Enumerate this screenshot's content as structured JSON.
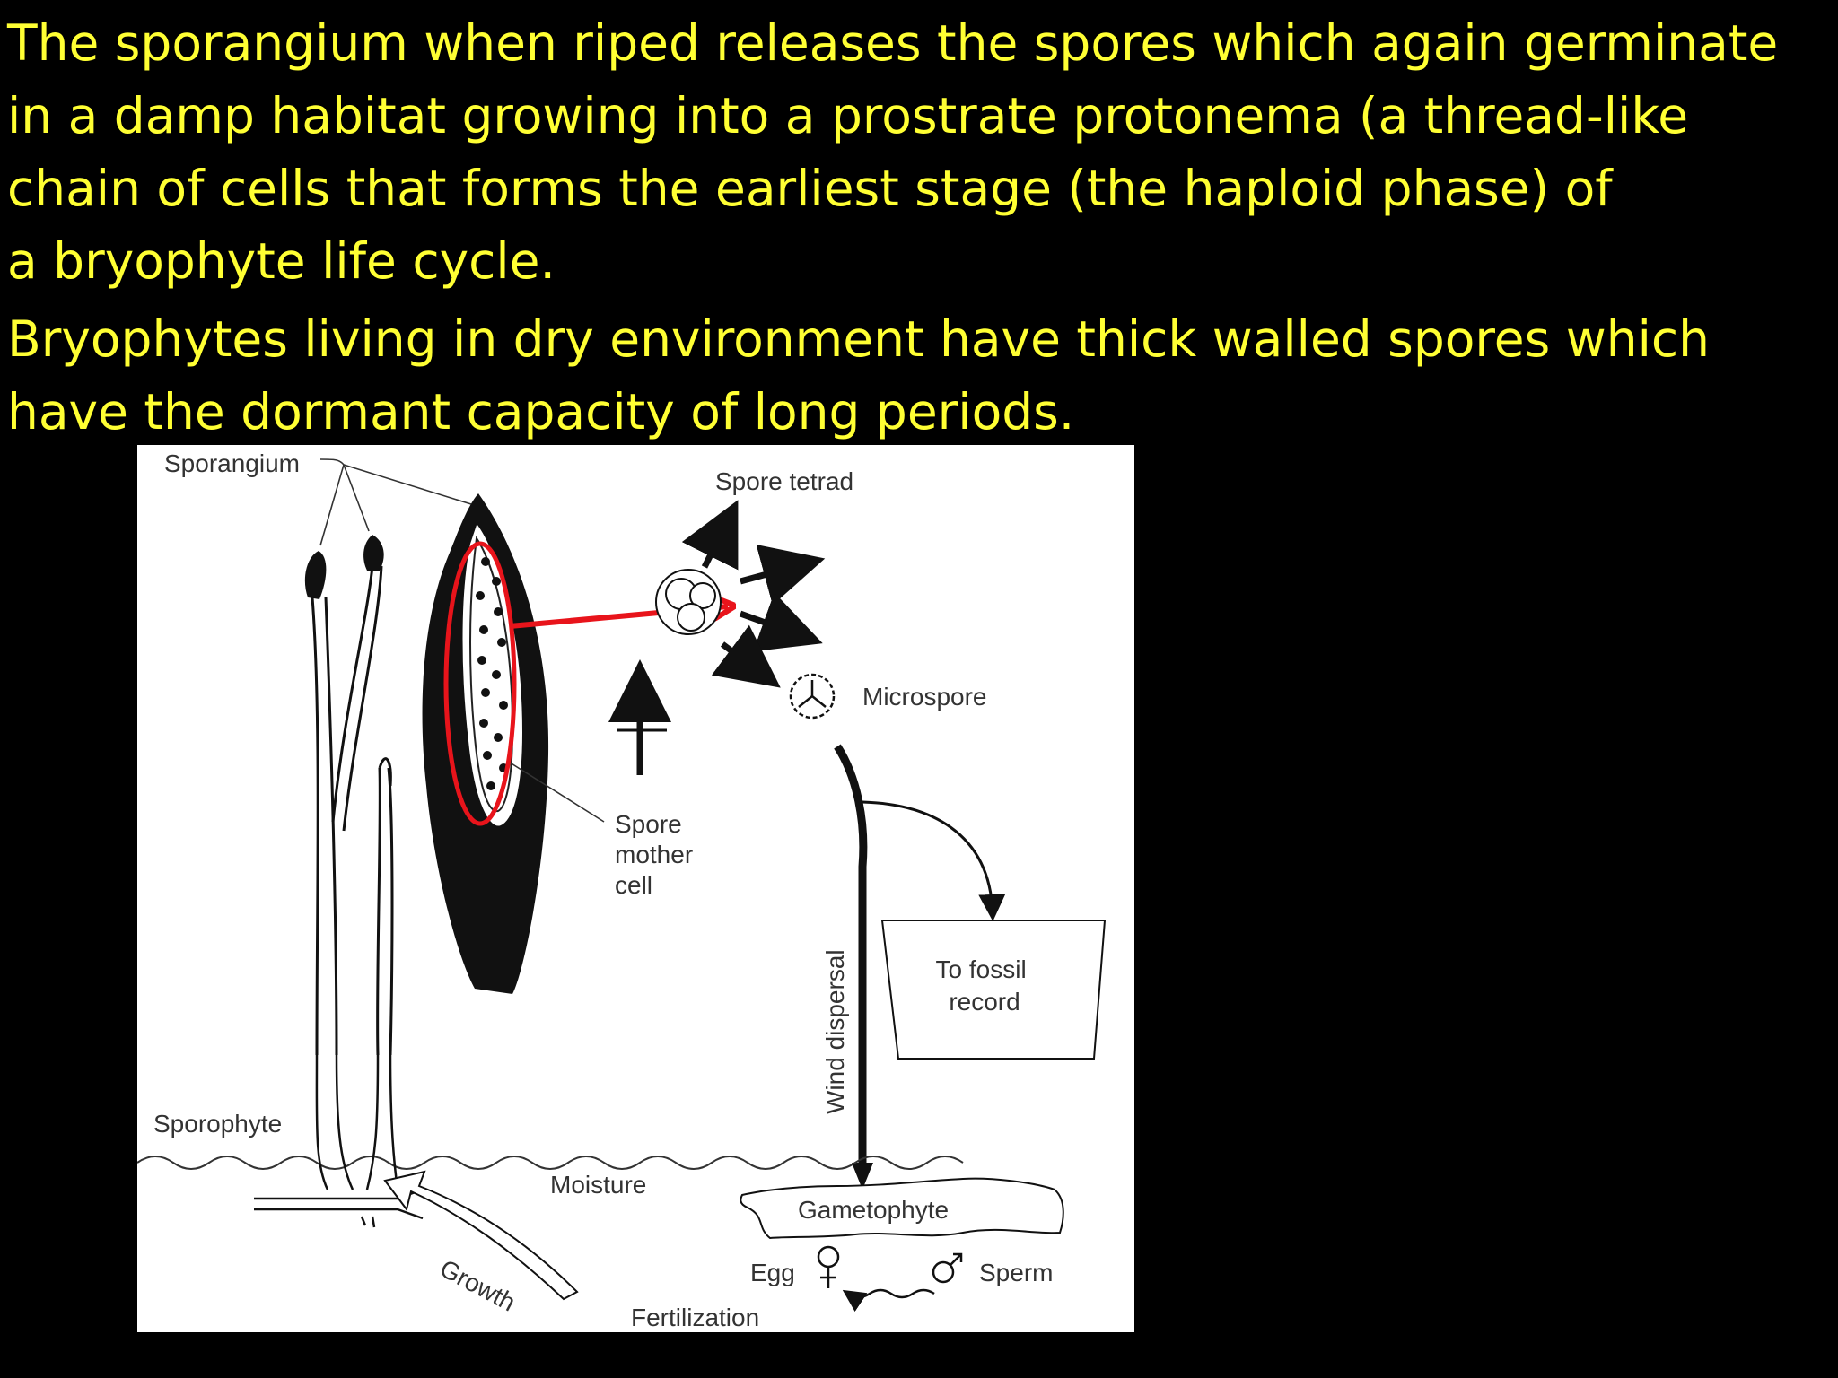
{
  "slide": {
    "paragraph_1": {
      "line_1": "The sporangium when riped releases the spores which again germinate",
      "line_2": "in a damp habitat growing into a prostrate protonema (a thread-like",
      "line_3": "chain of cells that forms the earliest stage (the haploid phase) of",
      "line_4": "a bryophyte life cycle."
    },
    "paragraph_2": {
      "line_1": "Bryophytes living in dry environment have thick walled spores which",
      "line_2": "have the dormant capacity of long periods."
    }
  },
  "diagram": {
    "labels": {
      "sporangium": "Sporangium",
      "spore_tetrad": "Spore tetrad",
      "microspore": "Microspore",
      "spore_mother_cell": [
        "Spore",
        "mother",
        "cell"
      ],
      "to_fossil_record": [
        "To fossil",
        "record"
      ],
      "wind_dispersal": "Wind dispersal",
      "sporophyte": "Sporophyte",
      "moisture": "Moisture",
      "gametophyte": "Gametophyte",
      "egg": "Egg",
      "sperm": "Sperm",
      "growth": "Growth",
      "fertilization": "Fertilization"
    },
    "annotation_color": "#e8141b"
  }
}
